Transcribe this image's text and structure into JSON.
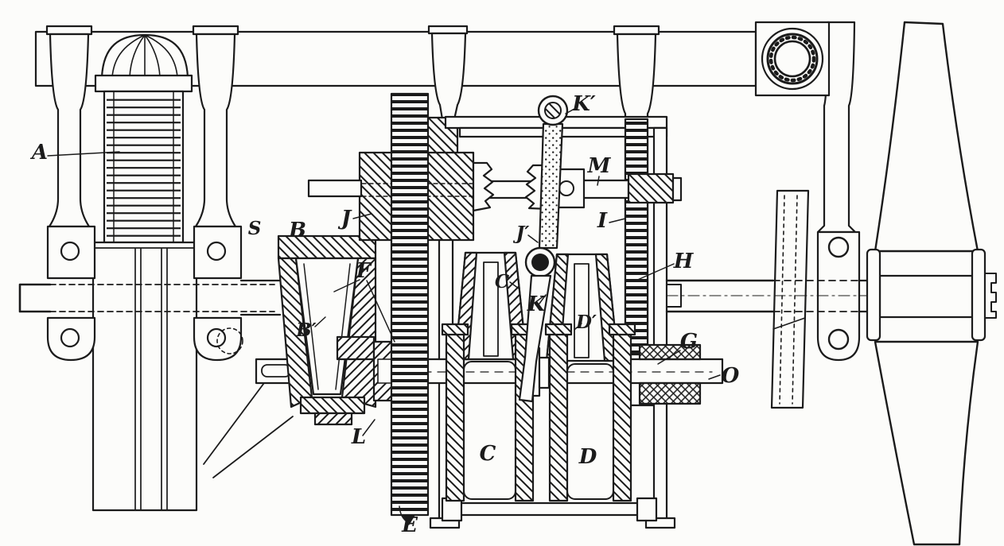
{
  "figure": {
    "paper_color": "#fcfcfa",
    "ink_color": "#1b1b1b"
  },
  "labels": [
    {
      "text": "A"
    },
    {
      "text": "S"
    },
    {
      "text": "B"
    },
    {
      "text": "J"
    },
    {
      "text": "F"
    },
    {
      "text": "B′"
    },
    {
      "text": "C′"
    },
    {
      "text": "J′"
    },
    {
      "text": "K"
    },
    {
      "text": "K′"
    },
    {
      "text": "M"
    },
    {
      "text": "I"
    },
    {
      "text": "H"
    },
    {
      "text": "G"
    },
    {
      "text": "O"
    },
    {
      "text": "L"
    },
    {
      "text": "C"
    },
    {
      "text": "D"
    },
    {
      "text": "D′"
    },
    {
      "text": "E"
    }
  ]
}
